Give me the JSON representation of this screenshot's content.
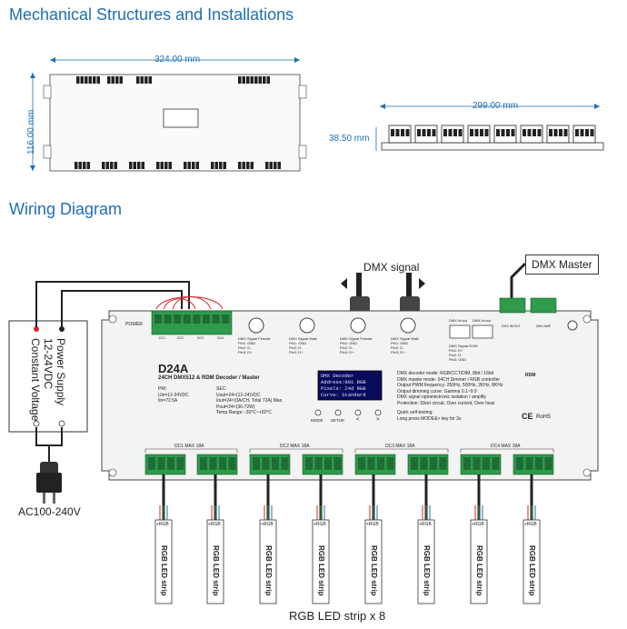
{
  "sections": {
    "mechanical_title": "Mechanical Structures and Installations",
    "wiring_title": "Wiring Diagram"
  },
  "dimensions": {
    "width_top": "324.00 mm",
    "height_side": "116.00 mm",
    "width_profile": "299.00 mm",
    "height_profile": "38.50 mm"
  },
  "power_supply": {
    "line1": "Power Supply",
    "line2": "12-24VDC",
    "line3": "Constant Voltage",
    "input": "AC100-240V"
  },
  "signals": {
    "dmx_signal": "DMX signal",
    "dmx_master": "DMX Master"
  },
  "device": {
    "model": "D24A",
    "subtitle": "24CH DMX512 & RDM Decoder  / Master",
    "power_label": "POWER",
    "pri_lines": [
      "PRI:",
      "Uin=12-24VDC",
      "Iin=72.5A"
    ],
    "sec_lines": [
      "SEC:",
      "Uout=24×(12-24)VDC",
      "Iout=24×(3A/CH, Total 72A) Max.",
      "Pout=24×(36-72W)",
      "Temp Range: -30°C~+50°C"
    ],
    "display_lines": [
      "DMX Decoder",
      "Address:001      RGB",
      "Pixels: 24d       RGB",
      "Curve: Standard"
    ],
    "buttons": [
      "MODE",
      "SETUP",
      "<",
      ">"
    ],
    "features": [
      "DMX decoder mode: RGB/CCT/DIM, 8bit / 16bit",
      "DMX master mode: 24CH Dimmer / RGB controller",
      "Output PWM frequency: 250Hz, 500Hz, 2KHz, 8KHz",
      "Output dimming curve: Gamma 0.1~9.9",
      "DMX signal optoelectronic isolation / amplify",
      "Protection: Short circuit, Over current, Over heat",
      "",
      "Quick self-testing:",
      "Long press MODE&> key for 3s"
    ],
    "xlr_labels": [
      "DMX Signal Female",
      "DMX Signal Male",
      "DMX Signal Female",
      "DMX Signal Male"
    ],
    "xlr_pins": [
      "Pin1: GND",
      "Pin2: D-",
      "Pin3: D+"
    ],
    "rj_labels": [
      "DMX In/out",
      "DMX In/out"
    ],
    "rj45_label": "DMX Signal RJ45",
    "rj45_pins": [
      "Pin1: D+",
      "Pin2: D-",
      "Pin3: GND"
    ],
    "terminal_labels": [
      "DMX IN/OUT",
      "DMX AMP"
    ],
    "dc_groups": [
      "DC1  MAX 18A",
      "DC2  MAX 18A",
      "DC3  MAX 18A",
      "DC4  MAX 18A"
    ],
    "power_terminal_labels": [
      "DC1",
      "DC2",
      "DC3",
      "DC4"
    ],
    "rdm_label": "RDM",
    "certifications": [
      "CE",
      "RoHS"
    ]
  },
  "led_strip": {
    "label": "RGB LED strip",
    "pins": "+RGB",
    "count_label": "RGB LED strip x 8"
  },
  "colors": {
    "accent": "#1f6fb2",
    "terminal_green": "#2e9a4a",
    "wire_red": "#d8232a",
    "device_fill": "#f3f3f3"
  }
}
